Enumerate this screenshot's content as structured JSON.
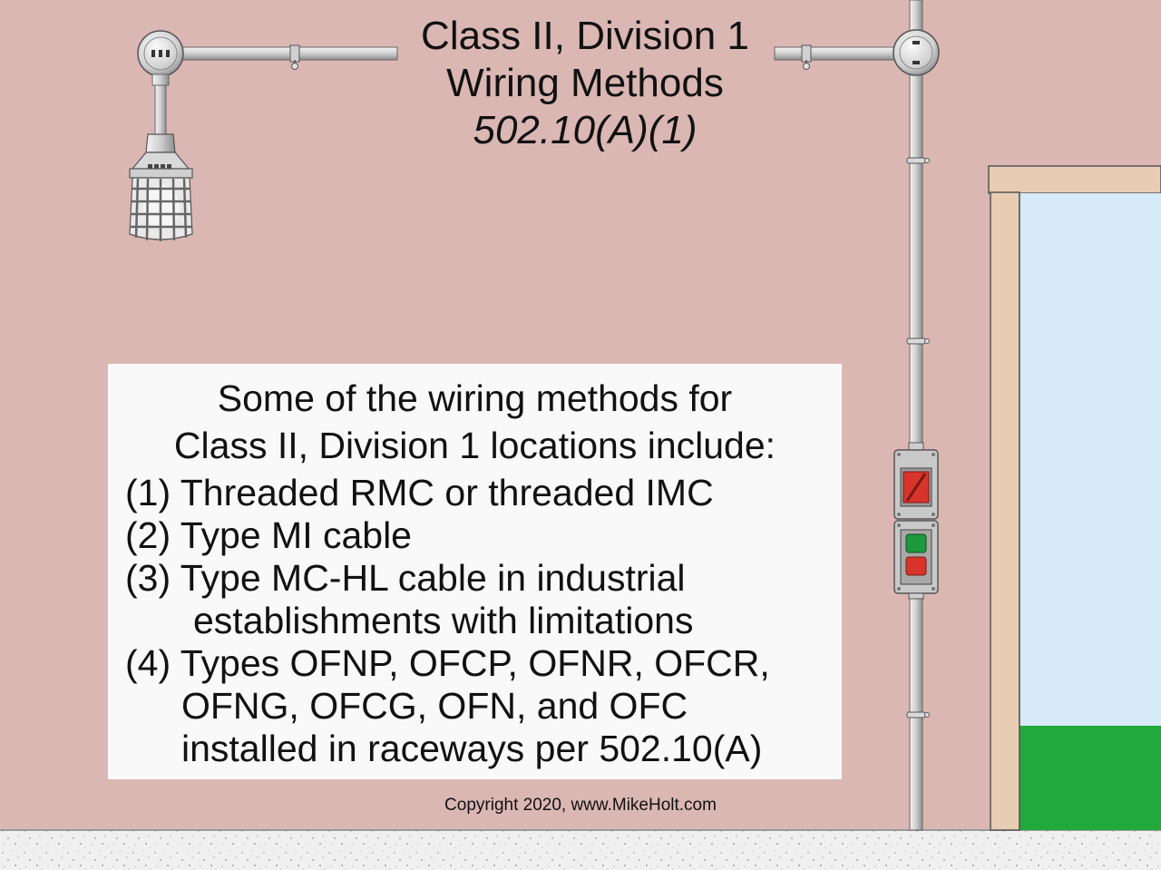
{
  "title": {
    "line1": "Class II, Division 1",
    "line2": "Wiring Methods",
    "line3": "502.10(A)(1)"
  },
  "panel": {
    "intro_line1": "Some of the wiring methods for",
    "intro_line2": "Class II, Division 1 locations include:",
    "items": [
      "(1) Threaded RMC or threaded IMC",
      "(2) Type MI cable",
      "(3) Type MC-HL cable in industrial",
      "establishments with limitations",
      "(4) Types OFNP, OFCP, OFNR, OFCR,",
      "OFNG, OFCG, OFN, and OFC",
      "installed in raceways per 502.10(A)"
    ]
  },
  "copyright": "Copyright 2020, www.MikeHolt.com",
  "colors": {
    "wall": "#dbb7b3",
    "floor": "#efefef",
    "conduit": "#d9d9d9",
    "door_frame": "#e8cdb4",
    "sky": "#d6eaf8",
    "grass": "#22a93b",
    "switch_red": "#d9342b",
    "switch_green": "#1d9a3d"
  },
  "icons": [
    "light-fixture-icon",
    "junction-box-icon",
    "switch-box-icon",
    "pushbutton-station-icon",
    "door-icon"
  ]
}
